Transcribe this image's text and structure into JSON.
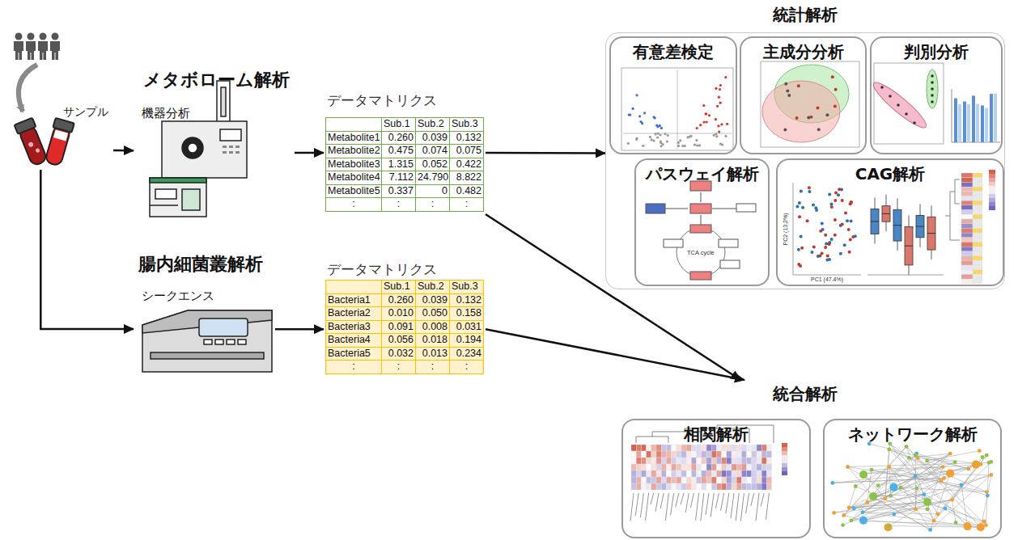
{
  "diagram": {
    "nodes": [
      {
        "text": [
          "サンプル"
        ]
      },
      {
        "text": [
          "メタボローム解析",
          "機器分析"
        ]
      },
      {
        "text": [
          "データマトリクス"
        ]
      },
      {
        "text": [
          "腸内細菌叢解析",
          "シークエンス"
        ]
      },
      {
        "text": [
          "データマトリクス"
        ]
      },
      {
        "text": [
          "統計解析"
        ]
      },
      {
        "text": [
          "有意差検定"
        ],
        "in": 5
      },
      {
        "text": [
          "主成分分析"
        ],
        "in": 5
      },
      {
        "text": [
          "判別分析"
        ],
        "in": 5
      },
      {
        "text": [
          "パスウェイ解析"
        ],
        "in": 5
      },
      {
        "text": [
          "CAG解析"
        ],
        "in": 5
      },
      {
        "text": [
          "統合解析"
        ]
      },
      {
        "text": [
          "相関解析"
        ],
        "in": 11
      },
      {
        "text": [
          "ネットワーク解析"
        ],
        "in": 11
      }
    ],
    "edges": [
      {
        "from": 0,
        "to": 1,
        "arrow": "to"
      },
      {
        "from": 0,
        "to": 3,
        "arrow": "to"
      },
      {
        "from": 1,
        "to": 2,
        "arrow": "to"
      },
      {
        "from": 3,
        "to": 4,
        "arrow": "to"
      },
      {
        "from": 2,
        "to": 5,
        "arrow": "to"
      },
      {
        "from": 2,
        "to": 11,
        "arrow": "to"
      },
      {
        "from": 4,
        "to": 11,
        "arrow": "to"
      }
    ],
    "labels": [
      "Sub.1",
      "Sub.2",
      "Sub.3",
      "Metabolite1",
      "0.260",
      "0.039",
      "0.132",
      "Metabolite2",
      "0.475",
      "0.074",
      "0.075",
      "Metabolite3",
      "1.315",
      "0.052",
      "0.422",
      "Metabolite4",
      "7.112",
      "24.790",
      "8.822",
      "Metabolite5",
      "0.337",
      "0",
      "0.482",
      ":",
      ":",
      ":",
      ":",
      "Sub.1",
      "Sub.2",
      "Sub.3",
      "Bacteria1",
      "0.260",
      "0.039",
      "0.132",
      "Bacteria2",
      "0.010",
      "0.050",
      "0.158",
      "Bacteria3",
      "0.091",
      "0.008",
      "0.031",
      "Bacteria4",
      "0.056",
      "0.018",
      "0.194",
      "Bacteria5",
      "0.032",
      "0.013",
      "0.234",
      ":",
      ":",
      ":",
      ":",
      "TCA cycle",
      "PC1 (47.4%)",
      "PC2 (13.2%)"
    ]
  }
}
